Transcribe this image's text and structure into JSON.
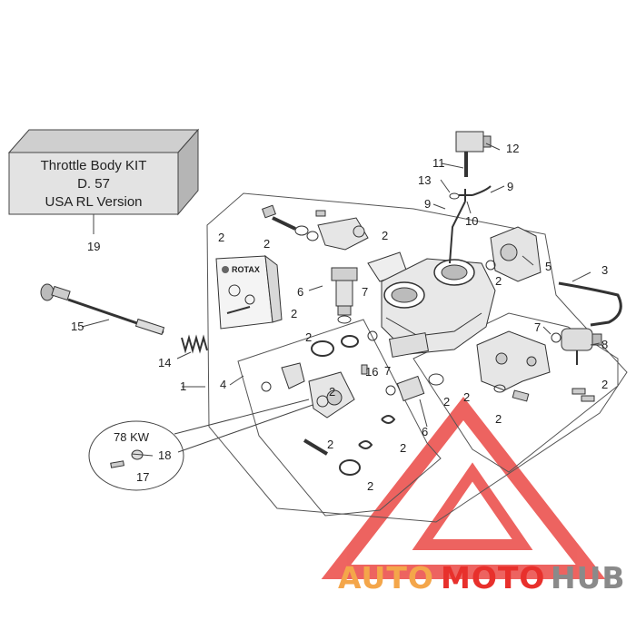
{
  "kit_box": {
    "line1": "Throttle Body KIT",
    "line2": "D. 57",
    "line3": "USA RL Version"
  },
  "callout": {
    "label": "78 KW"
  },
  "leaflet": {
    "brand": "ROTAX"
  },
  "watermark": {
    "part1": "AUTO",
    "part2": "MOTO",
    "part3": "HUB"
  },
  "reference_numbers": {
    "n1": "1",
    "n2": "2",
    "n3": "3",
    "n4": "4",
    "n5": "5",
    "n6": "6",
    "n7": "7",
    "n8": "8",
    "n9": "9",
    "n10": "10",
    "n11": "11",
    "n12": "12",
    "n13": "13",
    "n14": "14",
    "n15": "15",
    "n16": "16",
    "n17": "17",
    "n18": "18",
    "n19": "19"
  },
  "colors": {
    "line": "#3a3a3a",
    "box_face": "#e3e3e3",
    "box_side": "#bdbdbd",
    "watermark_red": "#e8302c",
    "watermark_orange": "#f4a64a",
    "watermark_gray": "#8a8a8a"
  }
}
